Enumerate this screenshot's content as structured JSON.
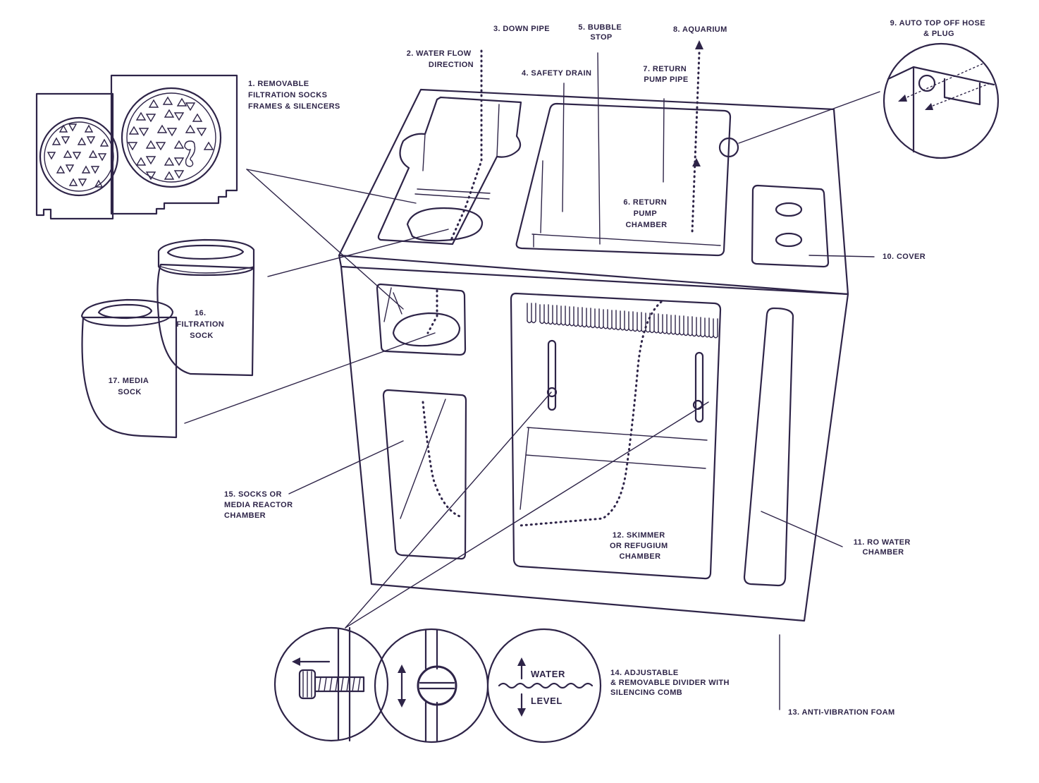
{
  "labels": {
    "l1": [
      "1. REMOVABLE",
      "FILTRATION SOCKS",
      "FRAMES & SILENCERS"
    ],
    "l2": [
      "2. WATER FLOW",
      "DIRECTION"
    ],
    "l3": [
      "3. DOWN PIPE"
    ],
    "l4": [
      "4. SAFETY DRAIN"
    ],
    "l5": [
      "5. BUBBLE",
      "STOP"
    ],
    "l6": [
      "6. RETURN",
      "PUMP",
      "CHAMBER"
    ],
    "l7": [
      "7. RETURN",
      "PUMP PIPE"
    ],
    "l8": [
      "8. AQUARIUM"
    ],
    "l9": [
      "9. AUTO TOP OFF HOSE",
      "& PLUG"
    ],
    "l10": [
      "10. COVER"
    ],
    "l11": [
      "11. RO WATER",
      "CHAMBER"
    ],
    "l12": [
      "12. SKIMMER",
      "OR REFUGIUM",
      "CHAMBER"
    ],
    "l13": [
      "13. ANTI-VIBRATION FOAM"
    ],
    "l14": [
      "14. ADJUSTABLE",
      "& REMOVABLE DIVIDER WITH",
      "SILENCING COMB"
    ],
    "l15": [
      "15. SOCKS OR",
      "MEDIA REACTOR",
      "CHAMBER"
    ],
    "l16": [
      "16.",
      "FILTRATION",
      "SOCK"
    ],
    "l17": [
      "17. MEDIA",
      "SOCK"
    ],
    "water": "WATER",
    "level": "LEVEL"
  },
  "colors": {
    "ink": "#2e2448",
    "background": "#ffffff"
  },
  "icons": [
    "filter-frame-icon",
    "seahorse-icon",
    "filtration-sock-icon",
    "media-sock-icon",
    "thumb-screw-icon",
    "divider-screw-icon",
    "water-wave-icon"
  ]
}
